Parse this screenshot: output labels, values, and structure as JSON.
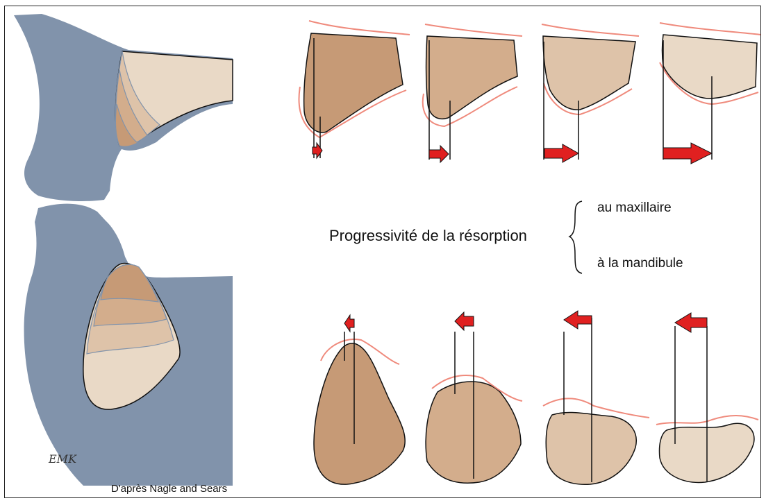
{
  "figure": {
    "title": "Progressivité de la résorption",
    "brace_items": [
      "au maxillaire",
      "à la mandibule"
    ],
    "credit": "D'après Nagle and Sears",
    "signature": "EMK"
  },
  "stage_fill_colors": [
    "#c69a76",
    "#d3ad8c",
    "#dec3a9",
    "#e9d9c6"
  ],
  "colors": {
    "soft_tissue": "#8193ab",
    "gum_line": "#ef8a7c",
    "arrow": "#e02020",
    "outline": "#111111"
  }
}
